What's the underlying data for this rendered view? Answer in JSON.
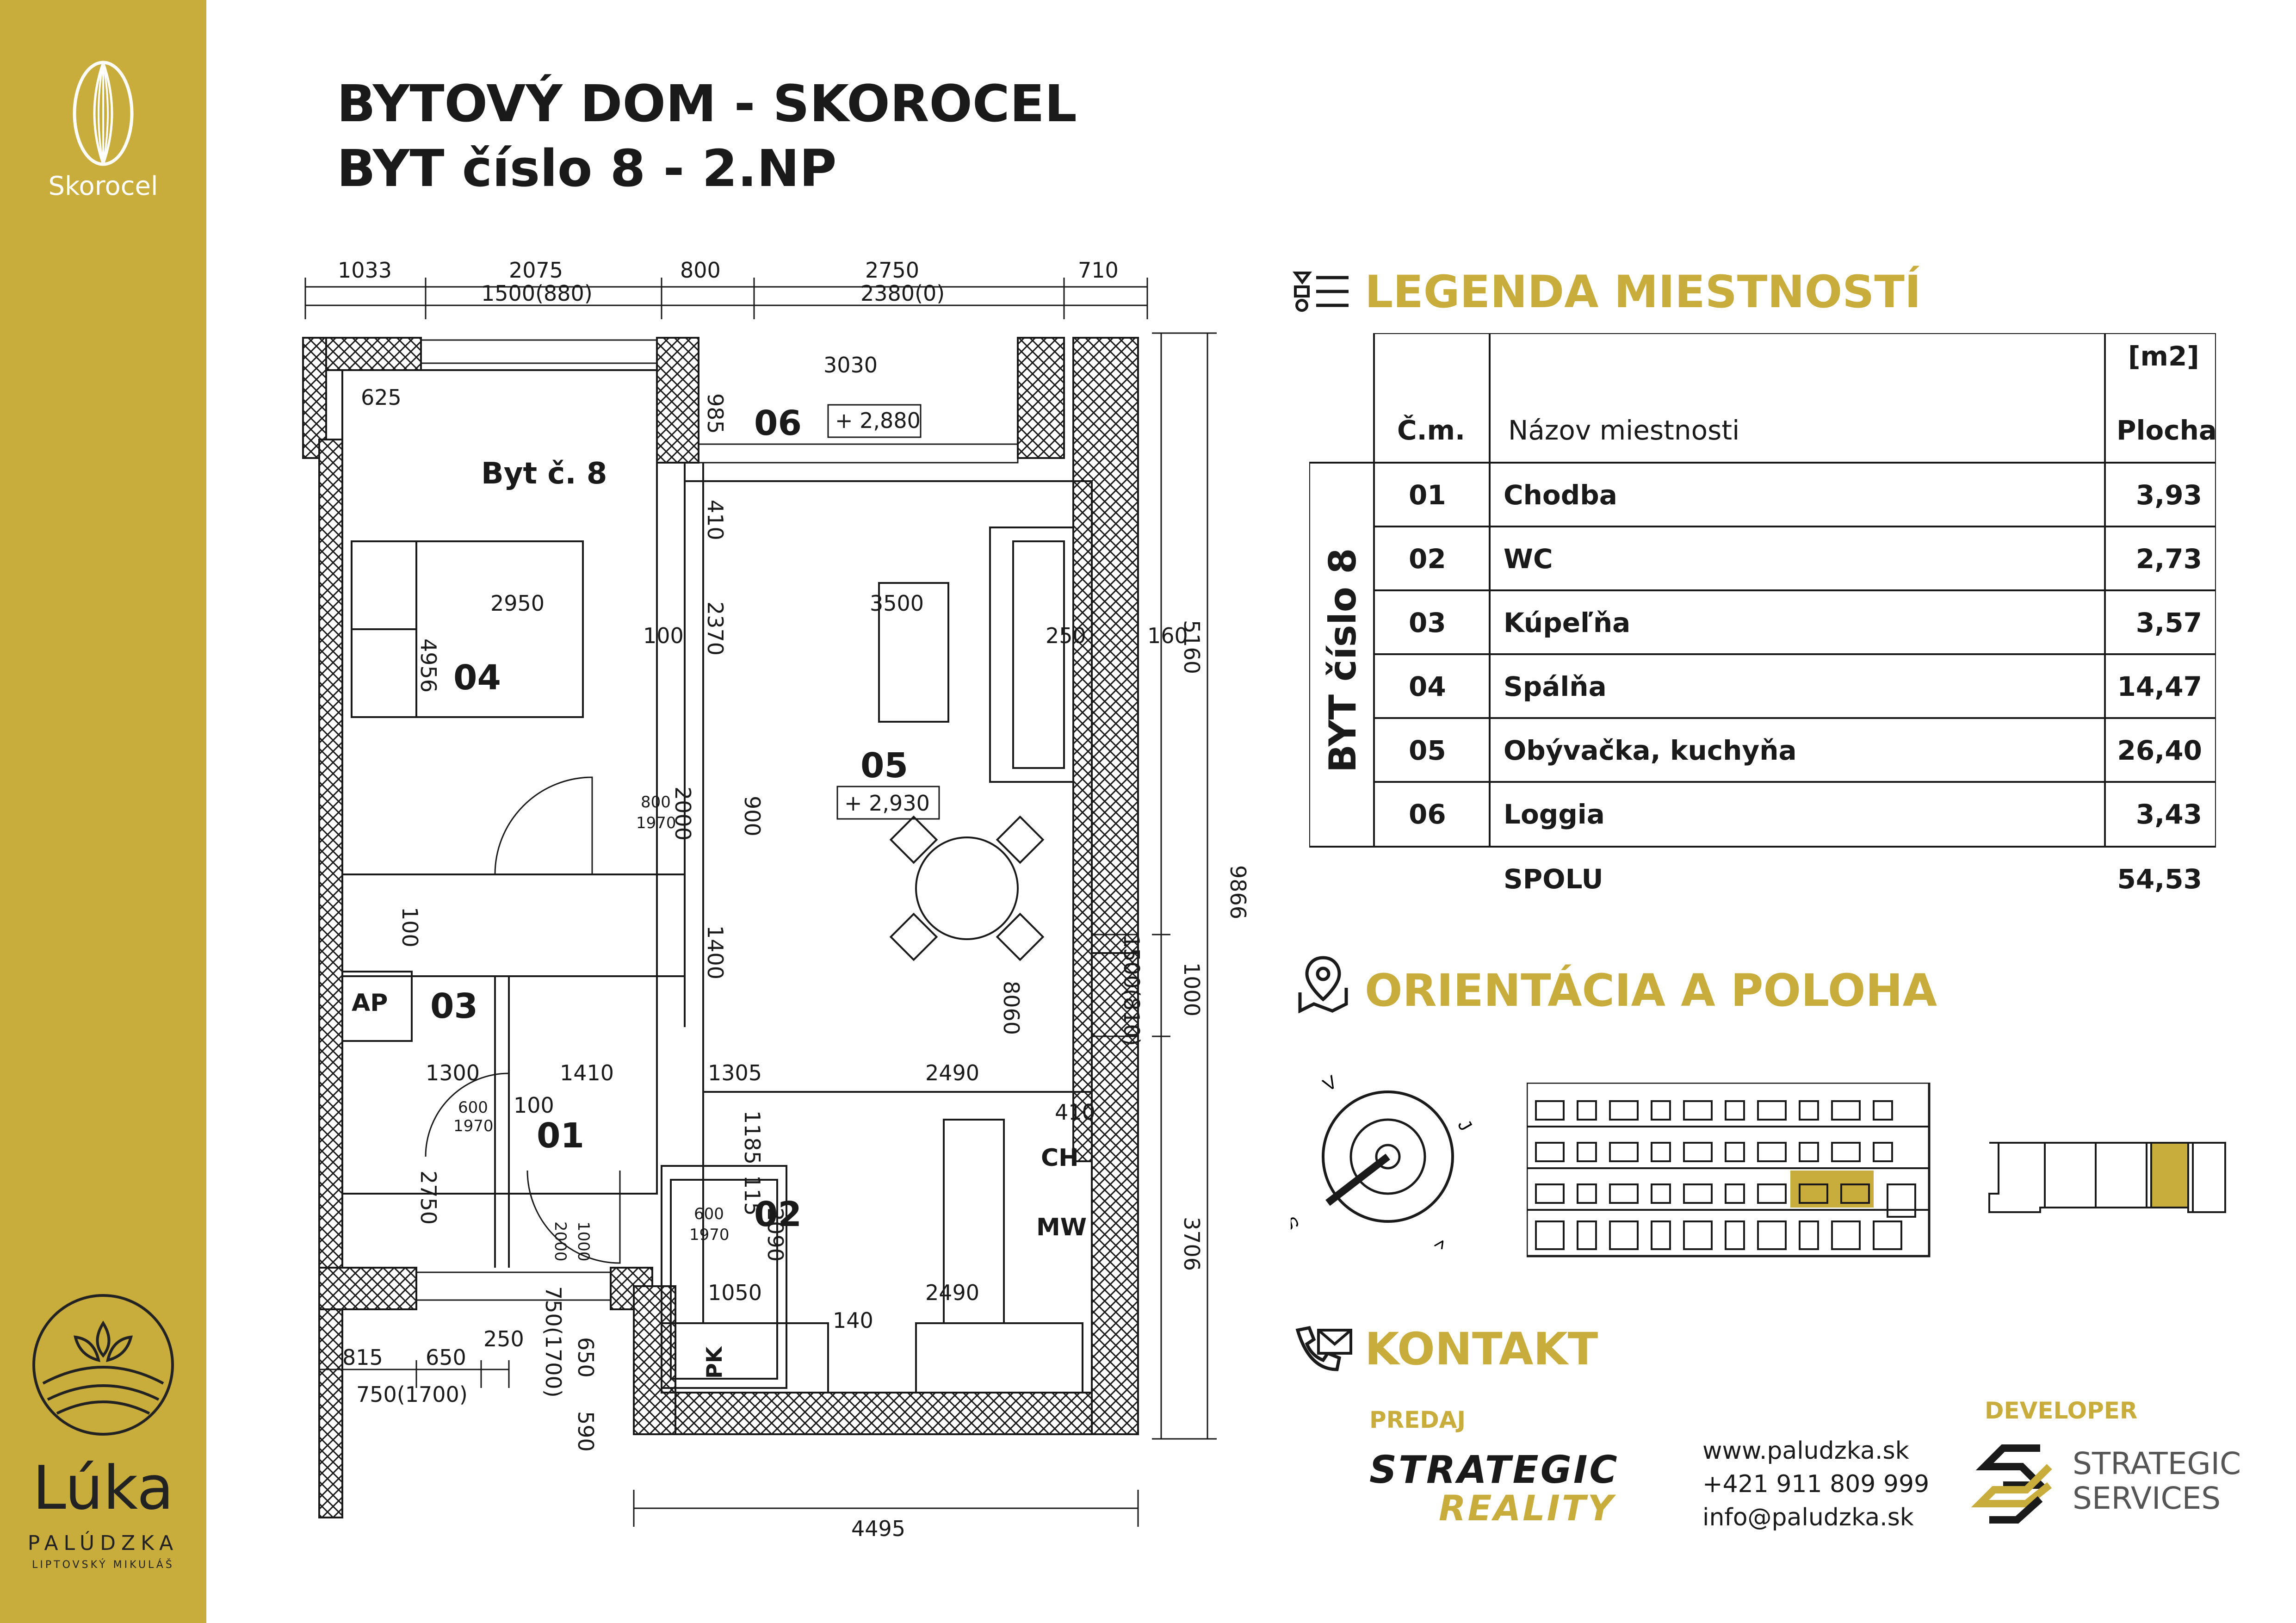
{
  "sidebar": {
    "brand_top": "Skorocel",
    "brand_bottom": "Lúka",
    "brand_bottom_sub1": "PALÚDZKA",
    "brand_bottom_sub2": "LIPTOVSKÝ MIKULÁŠ"
  },
  "header": {
    "title_line1": "BYTOVÝ DOM - SKOROCEL",
    "title_line2": "BYT číslo 8 - 2.NP"
  },
  "plan": {
    "rooms": [
      {
        "no": "01"
      },
      {
        "no": "02"
      },
      {
        "no": "03"
      },
      {
        "no": "04"
      },
      {
        "no": "05"
      },
      {
        "no": "06"
      }
    ],
    "apartment_label": "Byt č. 8",
    "level_06": "+ 2,880",
    "level_05": "+ 2,930",
    "labels": {
      "ap": "AP",
      "ch": "CH",
      "mw": "MW",
      "pk": "PK"
    },
    "dims_top_row1": [
      "1033",
      "2075",
      "800",
      "2750",
      "710"
    ],
    "dims_top_row2": [
      "1500(880)",
      "2380(0)"
    ],
    "dims_bottom_row1": [
      "815",
      "650",
      "250"
    ],
    "dims_bottom_row2": "750(1700)",
    "dim_bottom_total": "4495",
    "dims_right": [
      "5160",
      "9866",
      "1000",
      "1500(810)",
      "3706",
      "160"
    ],
    "dims_inner": {
      "d3030": "3030",
      "d985": "985",
      "d625": "625",
      "d410a": "410",
      "d2950": "2950",
      "d4956": "4956",
      "d100a": "100",
      "d2370": "2370",
      "d3500": "3500",
      "d250": "250",
      "d800_1970_a": "800",
      "d800_1970_b": "1970",
      "d2000": "2000",
      "d900": "900",
      "d1400": "1400",
      "d8060": "8060",
      "d100b": "100",
      "d1300": "1300",
      "d1410": "1410",
      "d1305": "1305",
      "d2490a": "2490",
      "d410b": "410",
      "d600a": "600",
      "d1970a": "1970",
      "d100c": "100",
      "d1185": "1185",
      "d115": "115",
      "d2750": "2750",
      "d600b": "600",
      "d1970b": "1970",
      "d2090": "2090",
      "d1000": "1000",
      "d2000b": "2000",
      "d1050": "1050",
      "d140": "140",
      "d2490b": "2490",
      "d750_1700": "750(1700)",
      "d650": "650",
      "d590": "590"
    }
  },
  "legend": {
    "heading": "LEGENDA MIESTNOSTÍ",
    "col_no": "Č.m.",
    "col_name": "Názov miestnosti",
    "col_unit": "[m2]",
    "col_area": "Plocha",
    "group_label": "BYT číslo 8",
    "rows": [
      {
        "no": "01",
        "name": "Chodba",
        "area": "3,93"
      },
      {
        "no": "02",
        "name": "WC",
        "area": "2,73"
      },
      {
        "no": "03",
        "name": "Kúpeľňa",
        "area": "3,57"
      },
      {
        "no": "04",
        "name": "Spálňa",
        "area": "14,47"
      },
      {
        "no": "05",
        "name": "Obývačka, kuchyňa",
        "area": "26,40"
      },
      {
        "no": "06",
        "name": "Loggia",
        "area": "3,43"
      }
    ],
    "total_label": "SPOLU",
    "total_area": "54,53"
  },
  "orientation": {
    "heading": "ORIENTÁCIA A POLOHA",
    "compass": {
      "v": "V",
      "j": "J",
      "s": "S",
      "z": "Z"
    }
  },
  "contact": {
    "heading": "KONTAKT",
    "sale_label": "PREDAJ",
    "sale_brand_line1": "STRATEGIC",
    "sale_brand_line2": "REALITY",
    "web": "www.paludzka.sk",
    "phone": "+421 911 809 999",
    "email": "info@paludzka.sk",
    "developer_label": "DEVELOPER",
    "dev_brand_line1": "STRATEGIC",
    "dev_brand_line2": "SERVICES"
  },
  "colors": {
    "accent": "#c8ac3c",
    "text": "#1a1a1a"
  }
}
